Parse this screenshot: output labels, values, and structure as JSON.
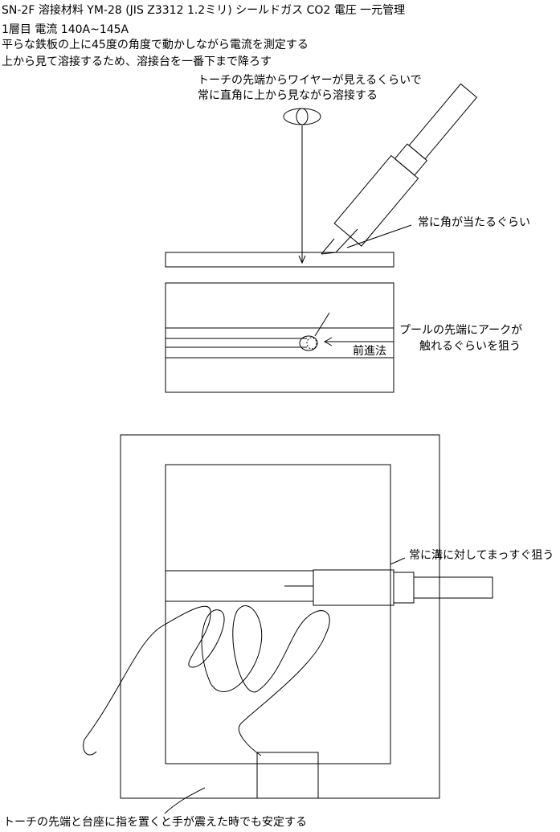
{
  "header": {
    "line1": "SN-2F 溶接材料 YM-28 (JIS Z3312 1.2ミリ) シールドガス CO2 電圧 一元管理",
    "line2": "1層目 電流 140A~145A",
    "line3": "平らな鉄板の上に45度の角度で動かしながら電流を測定する",
    "line4": "上から見て溶接するため、溶接台を一番下まで降ろす"
  },
  "annotations": {
    "view_top_1": "トーチの先端からワイヤーが見えるくらいで",
    "view_top_2": "常に直角に上から見ながら溶接する",
    "angle_note": "常に角が当たるぐらい",
    "pool_note_1": "プールの先端にアークが",
    "pool_note_2": "触れるぐらいを狙う",
    "direction": "前進法",
    "groove_note": "常に溝に対してまっすぐ狙う",
    "bottom_note": "トーチの先端と台座に指を置くと手が震えた時でも安定する"
  }
}
